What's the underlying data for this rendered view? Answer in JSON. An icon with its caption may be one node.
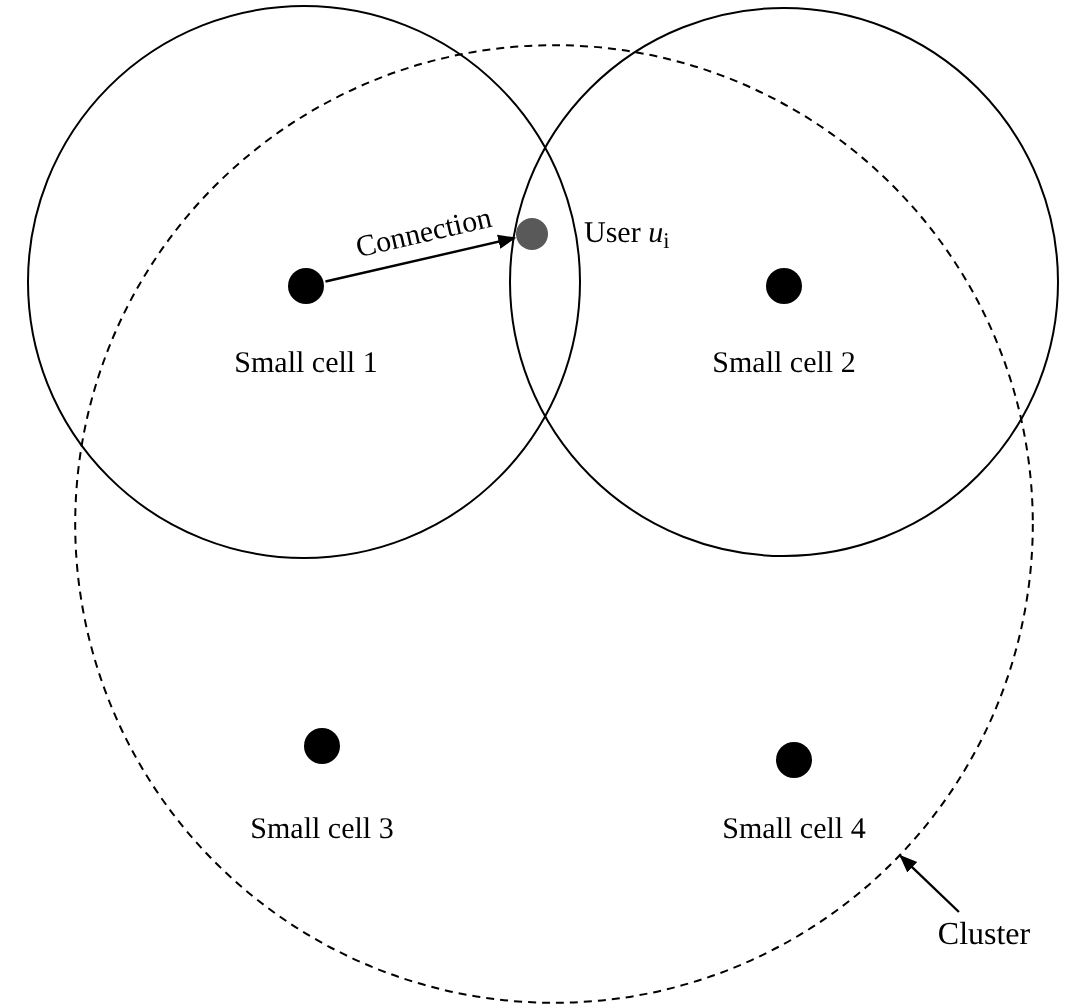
{
  "diagram": {
    "nodes": [
      {
        "text": [],
        "shape": "circle"
      },
      {
        "text": [
          "Small cell 1"
        ],
        "in": 0
      },
      {
        "text": [
          "Small cell 2"
        ],
        "in": 0
      },
      {
        "text": [
          "Small cell 3"
        ],
        "in": 0
      },
      {
        "text": [
          "Small cell 4"
        ],
        "in": 0
      },
      {
        "text": [
          "User *u*$_{i}$"
        ],
        "in": 0
      },
      {
        "text": [
          "Cluster"
        ]
      }
    ],
    "edges": [
      {
        "from": 1,
        "to": 5,
        "arrow": "to",
        "label": "Connection"
      },
      {
        "from": 6,
        "to": 0,
        "arrow": "to"
      }
    ]
  }
}
